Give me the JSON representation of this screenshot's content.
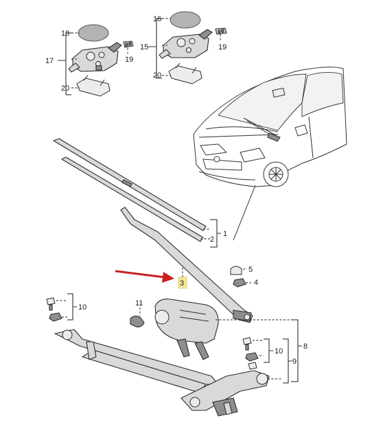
{
  "labels": {
    "p1": "1",
    "p2": "2",
    "p3": "3",
    "p4": "4",
    "p5": "5",
    "p8": "8",
    "p9": "9",
    "p10a": "10",
    "p10b": "10",
    "p11": "11",
    "p15": "15",
    "p16": "16",
    "p17": "17",
    "p18": "18",
    "p19a": "19",
    "p19b": "19",
    "p20a": "20",
    "p20b": "20"
  },
  "colors": {
    "highlight": "#f5e99a",
    "arrow": "#cc1f1f",
    "oval": "#b3b3b3"
  }
}
